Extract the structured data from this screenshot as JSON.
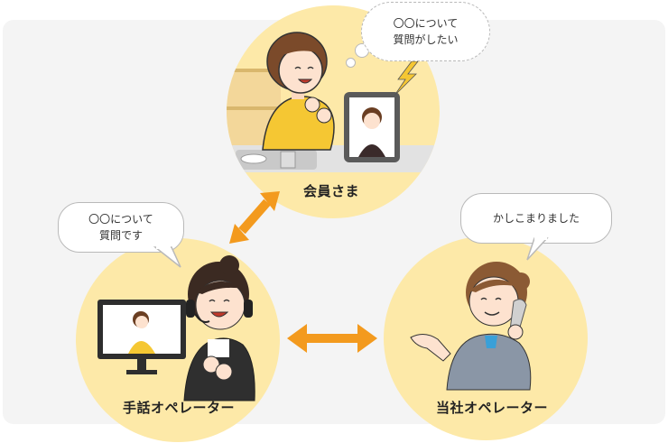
{
  "nodes": {
    "member": {
      "label": "会員さま"
    },
    "sign_operator": {
      "label": "手話オペレーター"
    },
    "company_operator": {
      "label": "当社オペレーター"
    }
  },
  "bubbles": {
    "member_thought": {
      "line1": "〇〇について",
      "line2": "質問がしたい"
    },
    "sign_speech": {
      "line1": "〇〇について",
      "line2": "質問です"
    },
    "operator_speech": {
      "line1": "かしこまりました"
    }
  },
  "colors": {
    "panel": "#f4f4f4",
    "circle": "#fde9a8",
    "arrow": "#f39a1e"
  },
  "icons": [
    "person-tablet-illustration",
    "sign-operator-illustration",
    "call-operator-illustration",
    "lightning-icon",
    "tablet-icon",
    "monitor-icon",
    "headset-icon",
    "phone-icon"
  ]
}
